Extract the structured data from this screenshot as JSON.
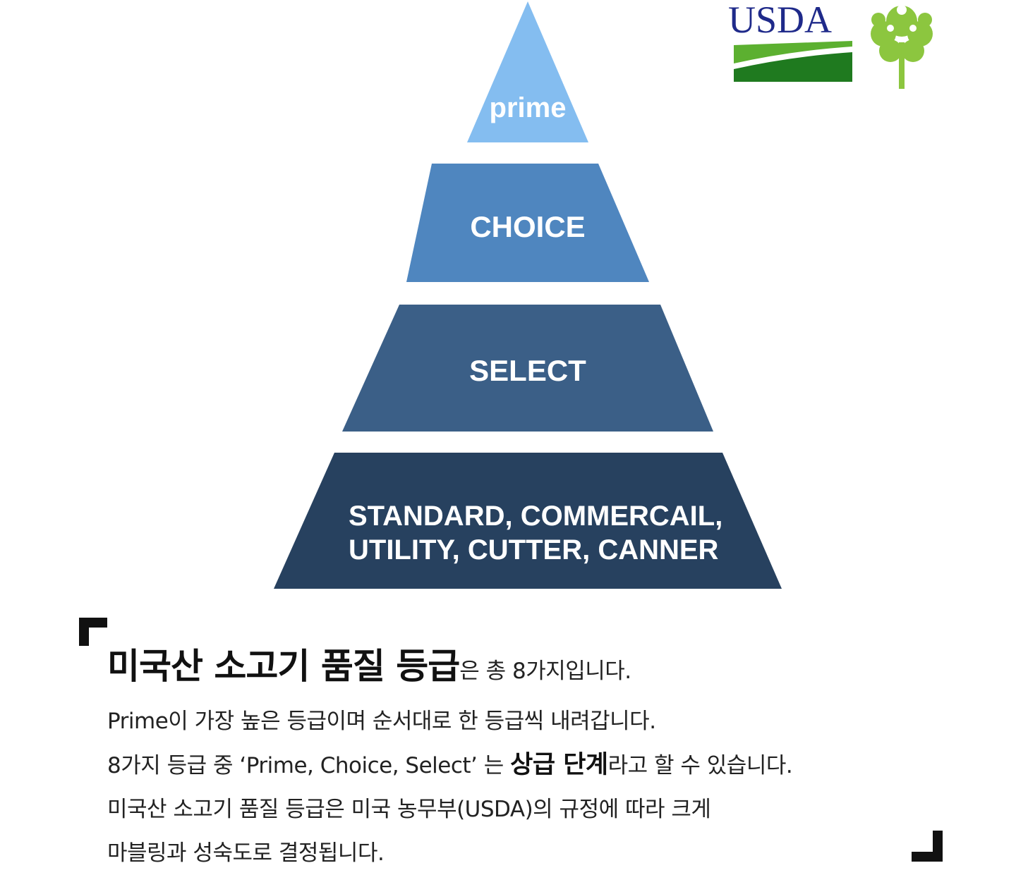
{
  "pyramid": {
    "tiers": [
      {
        "label_lines": [
          "prime"
        ],
        "color": "#84bdf0"
      },
      {
        "label_lines": [
          "CHOICE"
        ],
        "color": "#4f86bf"
      },
      {
        "label_lines": [
          "SELECT"
        ],
        "color": "#3b5f87"
      },
      {
        "label_lines": [
          "STANDARD, COMMERCAIL,",
          "UTILITY, CUTTER, CANNER"
        ],
        "color": "#27415f"
      }
    ]
  },
  "logo": {
    "text": "USDA",
    "colors": {
      "text": "#1f2a8a",
      "field_dark": "#1f7a1f",
      "field_light": "#5cb030",
      "tree": "#8cc63f"
    }
  },
  "description": {
    "line1": {
      "headline": "미국산 소고기 품질 등급",
      "rest": "은 총 8가지입니다."
    },
    "line2": "Prime이 가장 높은 등급이며 순서대로 한 등급씩 내려갑니다.",
    "line3": {
      "before": "8가지 등급 중 ‘Prime, Choice, Select’ 는 ",
      "emphasis": "상급 단계",
      "after": "라고 할 수 있습니다."
    },
    "line4": "미국산 소고기 품질 등급은 미국 농무부(USDA)의 규정에 따라 크게",
    "line5": "마블링과 성숙도로 결정됩니다."
  }
}
